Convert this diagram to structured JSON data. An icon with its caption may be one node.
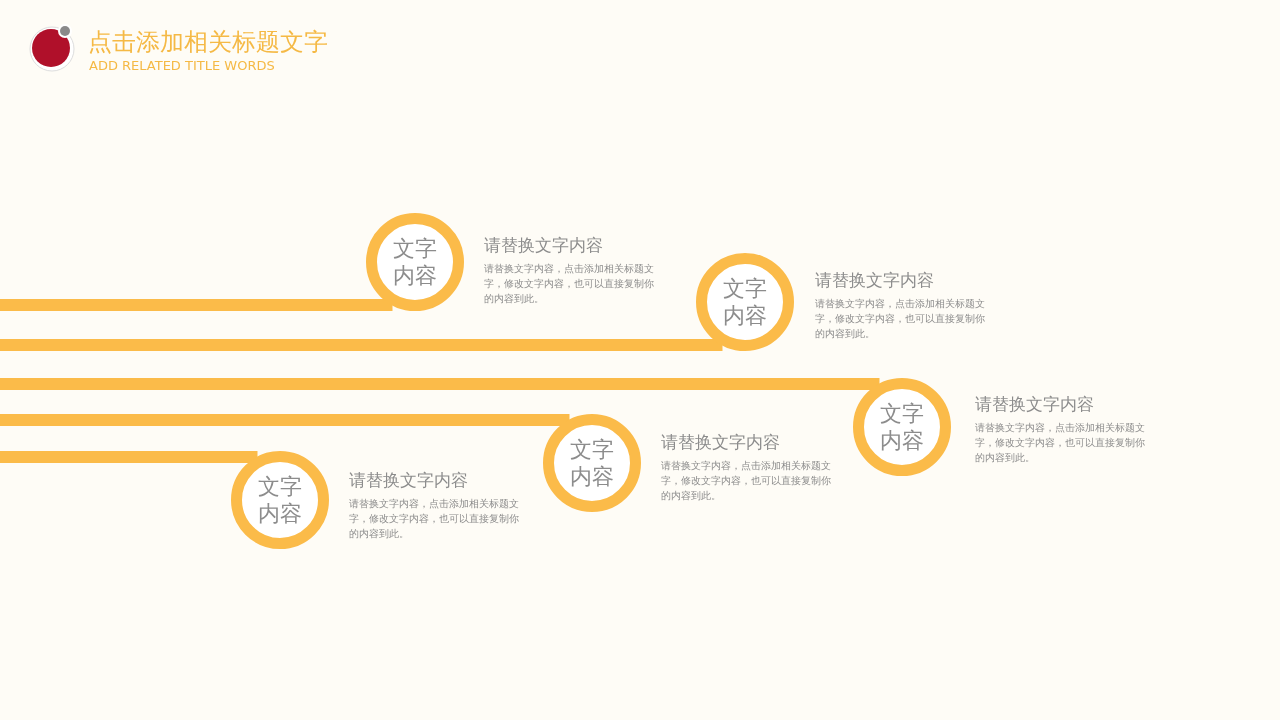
{
  "diagram": {
    "title": "点击添加相关标题文字",
    "nodes": [
      {
        "text": [
          "文字内容"
        ],
        "beside": [
          "请替换文字内容",
          "请替换文字内容，点击添加相关标题文字，修改文字内容，也可以直接复制你的内容到此。"
        ]
      },
      {
        "text": [
          "文字内容"
        ],
        "beside": [
          "请替换文字内容",
          "请替换文字内容，点击添加相关标题文字，修改文字内容，也可以直接复制你的内容到此。"
        ]
      },
      {
        "text": [
          "文字内容"
        ],
        "beside": [
          "请替换文字内容",
          "请替换文字内容，点击添加相关标题文字，修改文字内容，也可以直接复制你的内容到此。"
        ]
      },
      {
        "text": [
          "文字内容"
        ],
        "beside": [
          "请替换文字内容",
          "请替换文字内容，点击添加相关标题文字，修改文字内容，也可以直接复制你的内容到此。"
        ]
      },
      {
        "text": [
          "文字内容"
        ],
        "beside": [
          "请替换文字内容",
          "请替换文字内容，点击添加相关标题文字，修改文字内容，也可以直接复制你的内容到此。"
        ]
      }
    ],
    "edges": [
      {
        "from": null,
        "to": 0,
        "arrow": "none"
      },
      {
        "from": null,
        "to": 1,
        "arrow": "none"
      },
      {
        "from": null,
        "to": 2,
        "arrow": "none"
      },
      {
        "from": null,
        "to": 3,
        "arrow": "none"
      },
      {
        "from": null,
        "to": 4,
        "arrow": "none"
      }
    ],
    "labels": [
      "ADD RELATED TITLE WORDS"
    ]
  }
}
